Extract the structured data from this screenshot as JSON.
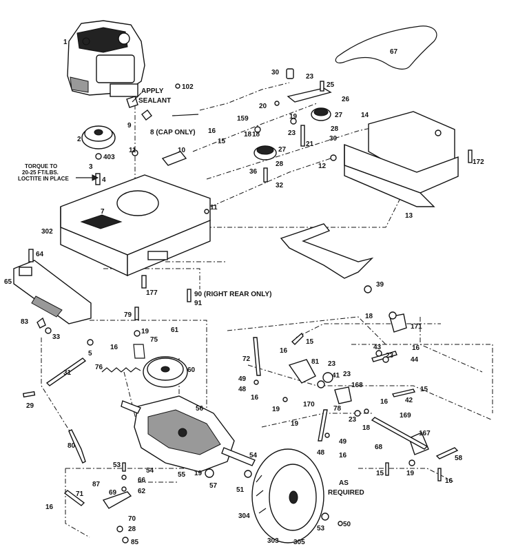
{
  "callouts": [
    {
      "id": "l1",
      "text": "1"
    },
    {
      "id": "l2",
      "text": "2"
    },
    {
      "id": "l3",
      "text": "3"
    },
    {
      "id": "l4",
      "text": "4"
    },
    {
      "id": "l5",
      "text": "5"
    },
    {
      "id": "l7",
      "text": "7"
    },
    {
      "id": "l8",
      "text": "8 (CAP ONLY)"
    },
    {
      "id": "l9",
      "text": "9"
    },
    {
      "id": "l10",
      "text": "10"
    },
    {
      "id": "l11a",
      "text": "11"
    },
    {
      "id": "l11b",
      "text": "11"
    },
    {
      "id": "l12",
      "text": "12"
    },
    {
      "id": "l13",
      "text": "13"
    },
    {
      "id": "l14",
      "text": "14"
    },
    {
      "id": "l15a",
      "text": "15"
    },
    {
      "id": "l15b",
      "text": "15"
    },
    {
      "id": "l15c",
      "text": "15"
    },
    {
      "id": "l15d",
      "text": "15"
    },
    {
      "id": "l16a",
      "text": "16"
    },
    {
      "id": "l16b",
      "text": "16"
    },
    {
      "id": "l16c",
      "text": "16"
    },
    {
      "id": "l16d",
      "text": "16"
    },
    {
      "id": "l16e",
      "text": "16"
    },
    {
      "id": "l16f",
      "text": "16"
    },
    {
      "id": "l16g",
      "text": "16"
    },
    {
      "id": "l16h",
      "text": "16"
    },
    {
      "id": "l16i",
      "text": "16"
    },
    {
      "id": "l18a",
      "text": "18"
    },
    {
      "id": "l18b",
      "text": "18"
    },
    {
      "id": "l18c",
      "text": "18"
    },
    {
      "id": "l18d",
      "text": "18"
    },
    {
      "id": "l19a",
      "text": "19"
    },
    {
      "id": "l19b",
      "text": "19"
    },
    {
      "id": "l19c",
      "text": "19"
    },
    {
      "id": "l19d",
      "text": "19"
    },
    {
      "id": "l19e",
      "text": "19"
    },
    {
      "id": "l19f",
      "text": "19"
    },
    {
      "id": "l20",
      "text": "20"
    },
    {
      "id": "l21",
      "text": "21"
    },
    {
      "id": "l23a",
      "text": "23"
    },
    {
      "id": "l23b",
      "text": "23"
    },
    {
      "id": "l23c",
      "text": "23"
    },
    {
      "id": "l23d",
      "text": "23"
    },
    {
      "id": "l23e",
      "text": "23"
    },
    {
      "id": "l23f",
      "text": "23"
    },
    {
      "id": "l25",
      "text": "25"
    },
    {
      "id": "l26",
      "text": "26"
    },
    {
      "id": "l27a",
      "text": "27"
    },
    {
      "id": "l27b",
      "text": "27"
    },
    {
      "id": "l28a",
      "text": "28"
    },
    {
      "id": "l28b",
      "text": "28"
    },
    {
      "id": "l28c",
      "text": "28"
    },
    {
      "id": "l29",
      "text": "29"
    },
    {
      "id": "l30a",
      "text": "30"
    },
    {
      "id": "l30b",
      "text": "30"
    },
    {
      "id": "l31",
      "text": "31"
    },
    {
      "id": "l32",
      "text": "32"
    },
    {
      "id": "l33",
      "text": "33"
    },
    {
      "id": "l36",
      "text": "36"
    },
    {
      "id": "l39",
      "text": "39"
    },
    {
      "id": "l41",
      "text": "41"
    },
    {
      "id": "l42",
      "text": "42"
    },
    {
      "id": "l43",
      "text": "43"
    },
    {
      "id": "l44",
      "text": "44"
    },
    {
      "id": "l48a",
      "text": "48"
    },
    {
      "id": "l48b",
      "text": "48"
    },
    {
      "id": "l49a",
      "text": "49"
    },
    {
      "id": "l49b",
      "text": "49"
    },
    {
      "id": "l50",
      "text": "50"
    },
    {
      "id": "l51",
      "text": "51"
    },
    {
      "id": "l53a",
      "text": "53"
    },
    {
      "id": "l53b",
      "text": "53"
    },
    {
      "id": "l54a",
      "text": "54"
    },
    {
      "id": "l54b",
      "text": "54"
    },
    {
      "id": "l55",
      "text": "55"
    },
    {
      "id": "l56",
      "text": "56"
    },
    {
      "id": "l57",
      "text": "57"
    },
    {
      "id": "l58",
      "text": "58"
    },
    {
      "id": "l60",
      "text": "60"
    },
    {
      "id": "l61",
      "text": "61"
    },
    {
      "id": "l62",
      "text": "62"
    },
    {
      "id": "l64",
      "text": "64"
    },
    {
      "id": "l65",
      "text": "65"
    },
    {
      "id": "l66",
      "text": "66"
    },
    {
      "id": "l67",
      "text": "67"
    },
    {
      "id": "l68",
      "text": "68"
    },
    {
      "id": "l69",
      "text": "69"
    },
    {
      "id": "l70",
      "text": "70"
    },
    {
      "id": "l71",
      "text": "71"
    },
    {
      "id": "l72",
      "text": "72"
    },
    {
      "id": "l75",
      "text": "75"
    },
    {
      "id": "l76",
      "text": "76"
    },
    {
      "id": "l78",
      "text": "78"
    },
    {
      "id": "l79",
      "text": "79"
    },
    {
      "id": "l80",
      "text": "80"
    },
    {
      "id": "l81",
      "text": "81"
    },
    {
      "id": "l83",
      "text": "83"
    },
    {
      "id": "l85",
      "text": "85"
    },
    {
      "id": "l87",
      "text": "87"
    },
    {
      "id": "l90",
      "text": "90 (RIGHT REAR ONLY)"
    },
    {
      "id": "l91",
      "text": "91"
    },
    {
      "id": "l102",
      "text": "102"
    },
    {
      "id": "l159",
      "text": "159"
    },
    {
      "id": "l167",
      "text": "167"
    },
    {
      "id": "l168",
      "text": "168"
    },
    {
      "id": "l169",
      "text": "169"
    },
    {
      "id": "l170",
      "text": "170"
    },
    {
      "id": "l171",
      "text": "171"
    },
    {
      "id": "l172",
      "text": "172"
    },
    {
      "id": "l177",
      "text": "177"
    },
    {
      "id": "l302",
      "text": "302"
    },
    {
      "id": "l303",
      "text": "303"
    },
    {
      "id": "l304",
      "text": "304"
    },
    {
      "id": "l305",
      "text": "305"
    },
    {
      "id": "l403",
      "text": "403"
    }
  ],
  "notes": {
    "apply_sealant_1": "APPLY",
    "apply_sealant_2": "SEALANT",
    "torque_1": "TORQUE TO",
    "torque_2": "20-25 FT/LBS.",
    "torque_3": "LOCTITE IN PLACE",
    "as_required_1": "AS",
    "as_required_2": "REQUIRED"
  }
}
